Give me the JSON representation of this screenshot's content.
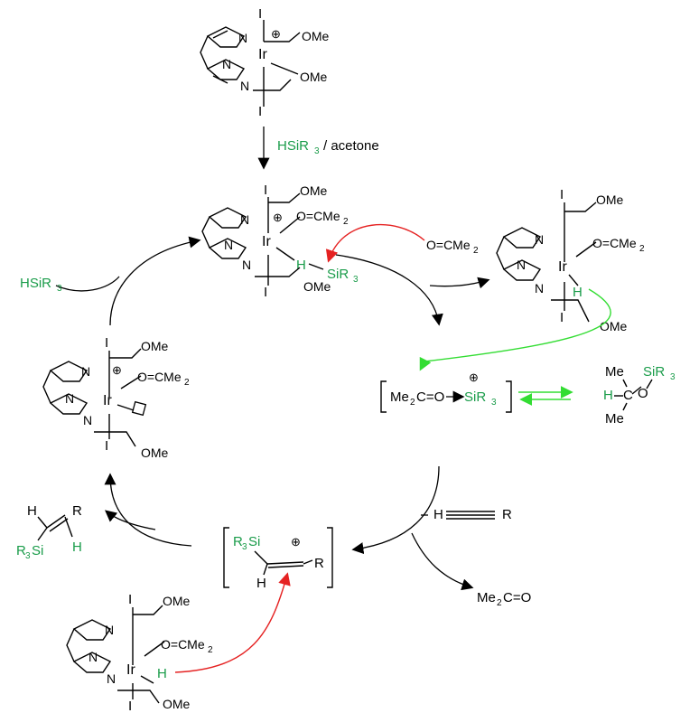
{
  "labels": {
    "ir": "Ir",
    "n": "N",
    "i": "I",
    "ome": "OMe",
    "plus": "⊕",
    "acetone_ligand": "O=CMe",
    "acetone_ligand_sub": "2",
    "h": "H",
    "si": "SiR",
    "si_sub": "3",
    "hsi_h": "HSiR",
    "hsi_sub": "3",
    "acetone_reagent": "/ acetone",
    "free_acetone": "O=CMe",
    "free_acetone_sub": "2",
    "bracket_left": "Me",
    "bracket_sub": "2",
    "bracket_c_o": "C=O",
    "silyl_ether_me": "Me",
    "silyl_ether_c": "C",
    "silyl_ether_o": "O",
    "alkyne_h": "H",
    "alkyne_r": "R",
    "me2co_product": "Me",
    "me2co_sub": "2",
    "me2co_rest": "C=O",
    "vinyl_r3si": "R",
    "vinyl_r3si_sub": "3",
    "vinyl_si": "Si",
    "vinyl_h": "H",
    "vinyl_r": "R",
    "product_h": "H",
    "product_r": "R",
    "product_si_r": "R",
    "product_si_sub": "3",
    "product_si": "Si"
  },
  "colors": {
    "green": "#1a9c4a",
    "red_arrow": "#e52222",
    "green_arrow": "#33dd33"
  }
}
